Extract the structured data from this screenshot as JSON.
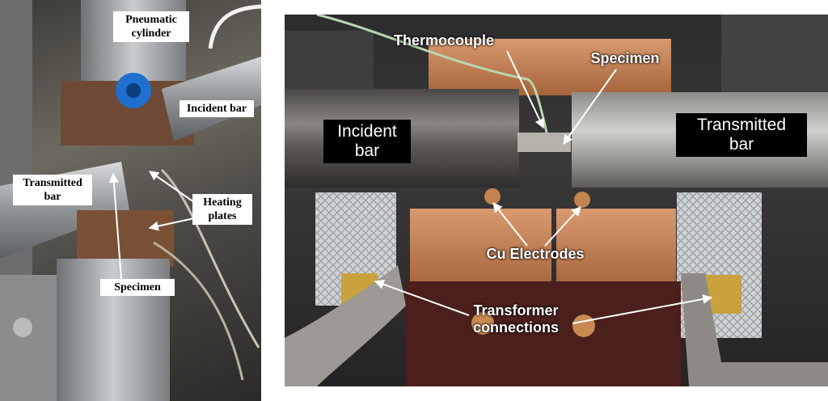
{
  "left_photo": {
    "labels": {
      "pneumatic_cylinder": "Pneumatic cylinder",
      "incident_bar": "Incident bar",
      "transmitted_bar": "Transmitted bar",
      "heating_plates": "Heating plates",
      "specimen": "Specimen"
    }
  },
  "right_photo": {
    "labels": {
      "thermocouple": "Thermocouple",
      "specimen": "Specimen",
      "incident_bar": "Incident bar",
      "transmitted_bar": "Transmitted bar",
      "cu_electrodes": "Cu Electrodes",
      "transformer_connections": "Transformer connections"
    }
  },
  "colors": {
    "label_bg_white": "#ffffff",
    "label_bg_black": "#000000",
    "arrow": "#ffffff",
    "copper": "#c07a4a"
  }
}
